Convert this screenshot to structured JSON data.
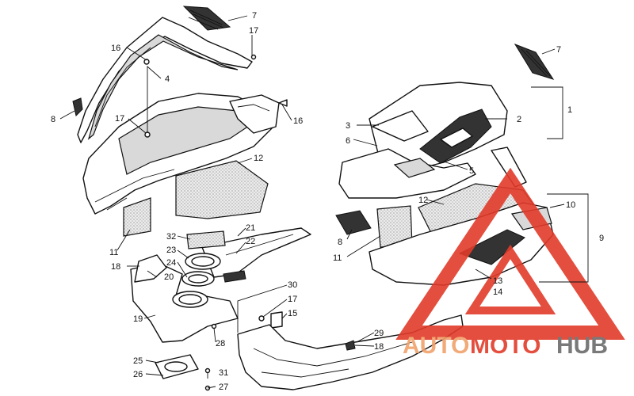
{
  "diagram": {
    "labels": [
      {
        "id": "l-7a",
        "text": "7"
      },
      {
        "id": "l-17a",
        "text": "17"
      },
      {
        "id": "l-16a",
        "text": "16"
      },
      {
        "id": "l-4",
        "text": "4"
      },
      {
        "id": "l-8a",
        "text": "8"
      },
      {
        "id": "l-17b",
        "text": "17"
      },
      {
        "id": "l-16b",
        "text": "16"
      },
      {
        "id": "l-12a",
        "text": "12"
      },
      {
        "id": "l-11a",
        "text": "11"
      },
      {
        "id": "l-18a",
        "text": "18"
      },
      {
        "id": "l-32",
        "text": "32"
      },
      {
        "id": "l-23",
        "text": "23"
      },
      {
        "id": "l-24",
        "text": "24"
      },
      {
        "id": "l-20",
        "text": "20"
      },
      {
        "id": "l-21",
        "text": "21"
      },
      {
        "id": "l-22",
        "text": "22"
      },
      {
        "id": "l-19",
        "text": "19"
      },
      {
        "id": "l-25",
        "text": "25"
      },
      {
        "id": "l-26",
        "text": "26"
      },
      {
        "id": "l-28",
        "text": "28"
      },
      {
        "id": "l-31",
        "text": "31"
      },
      {
        "id": "l-27",
        "text": "27"
      },
      {
        "id": "l-30",
        "text": "30"
      },
      {
        "id": "l-17c",
        "text": "17"
      },
      {
        "id": "l-15",
        "text": "15"
      },
      {
        "id": "l-29",
        "text": "29"
      },
      {
        "id": "l-18b",
        "text": "18"
      },
      {
        "id": "l-7b",
        "text": "7"
      },
      {
        "id": "l-1",
        "text": "1"
      },
      {
        "id": "l-2",
        "text": "2"
      },
      {
        "id": "l-3",
        "text": "3"
      },
      {
        "id": "l-6",
        "text": "6"
      },
      {
        "id": "l-5",
        "text": "5"
      },
      {
        "id": "l-12b",
        "text": "12"
      },
      {
        "id": "l-10",
        "text": "10"
      },
      {
        "id": "l-9",
        "text": "9"
      },
      {
        "id": "l-8b",
        "text": "8"
      },
      {
        "id": "l-11b",
        "text": "11"
      },
      {
        "id": "l-13",
        "text": "13"
      },
      {
        "id": "l-14",
        "text": "14"
      }
    ]
  },
  "watermark": {
    "part1": "AUTO",
    "part2": "MOTO",
    "part3": "HUB",
    "colors": {
      "auto": "#f0a16a",
      "moto": "#e23b2a",
      "hub": "#6b6b6b",
      "triangle": "#e23b2a"
    }
  }
}
